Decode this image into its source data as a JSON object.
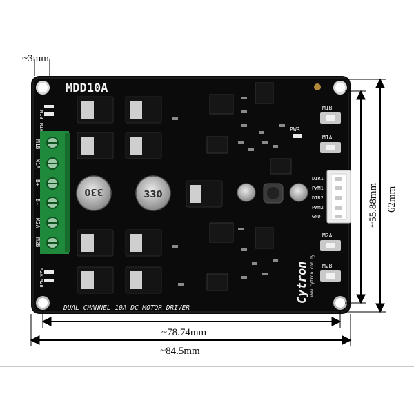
{
  "dimensions": {
    "hole": "~3mm",
    "inner_width": "~78.74mm",
    "outer_width": "~84.5mm",
    "inner_height": "~55.88mm",
    "outer_height": "62mm"
  },
  "board": {
    "title": "MDD10A",
    "bottom_caption": "DUAL CHANNEL 10A DC MOTOR DRIVER",
    "brand": "Cytron",
    "brand_subtext": "www.cytron.com.my",
    "buttons": [
      "M1B",
      "M1A",
      "M2A",
      "M2B"
    ],
    "power_led": "PWR",
    "left_leds_top": [
      "M1B",
      "M1A"
    ],
    "left_leds_bottom": [
      "M2A",
      "M2B"
    ],
    "terminal_labels": [
      "M1B",
      "M1A",
      "B+",
      "B-",
      "M2A",
      "M2B"
    ],
    "header_pins": [
      "DIR1",
      "PWM1",
      "DIR2",
      "PWM2",
      "GND"
    ],
    "capacitor_labels": [
      "330",
      "330"
    ],
    "colors": {
      "pcb": "#0b0b0b",
      "terminal_block": "#1f8a3b",
      "silkscreen": "#f2f2f2",
      "dimension_lines": "#000000"
    }
  }
}
